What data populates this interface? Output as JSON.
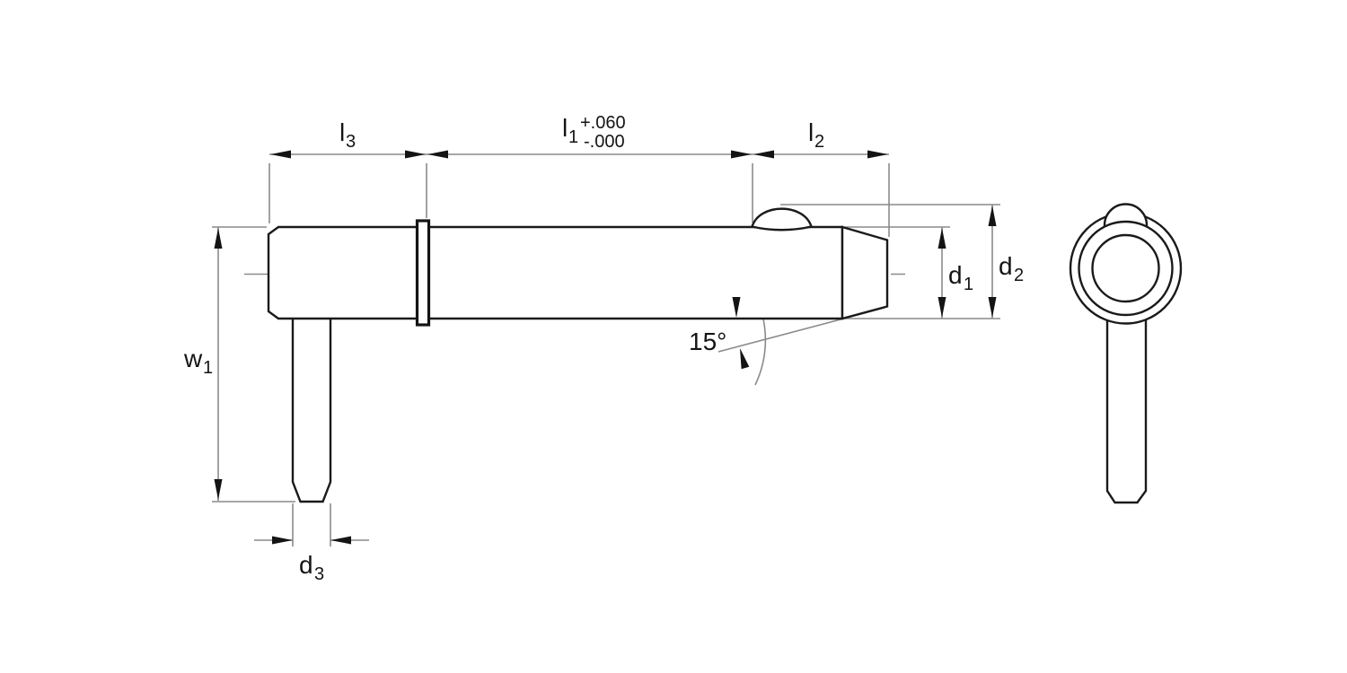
{
  "drawing": {
    "type": "engineering-dimension-drawing",
    "subject": "quick-release pin with L-handle, side view and end view",
    "colors": {
      "background": "#ffffff",
      "object_line": "#1a1a1a",
      "dimension_line": "#8a8a8a",
      "text": "#141414"
    },
    "labels": {
      "l3": {
        "base": "l",
        "sub": "3"
      },
      "l1": {
        "base": "l",
        "sub": "1"
      },
      "l1_tol_plus": "+.060",
      "l1_tol_minus": "-.000",
      "l2": {
        "base": "l",
        "sub": "2"
      },
      "w1": {
        "base": "w",
        "sub": "1"
      },
      "d3": {
        "base": "d",
        "sub": "3"
      },
      "d1": {
        "base": "d",
        "sub": "1"
      },
      "d2": {
        "base": "d",
        "sub": "2"
      },
      "angle": "15°"
    }
  }
}
